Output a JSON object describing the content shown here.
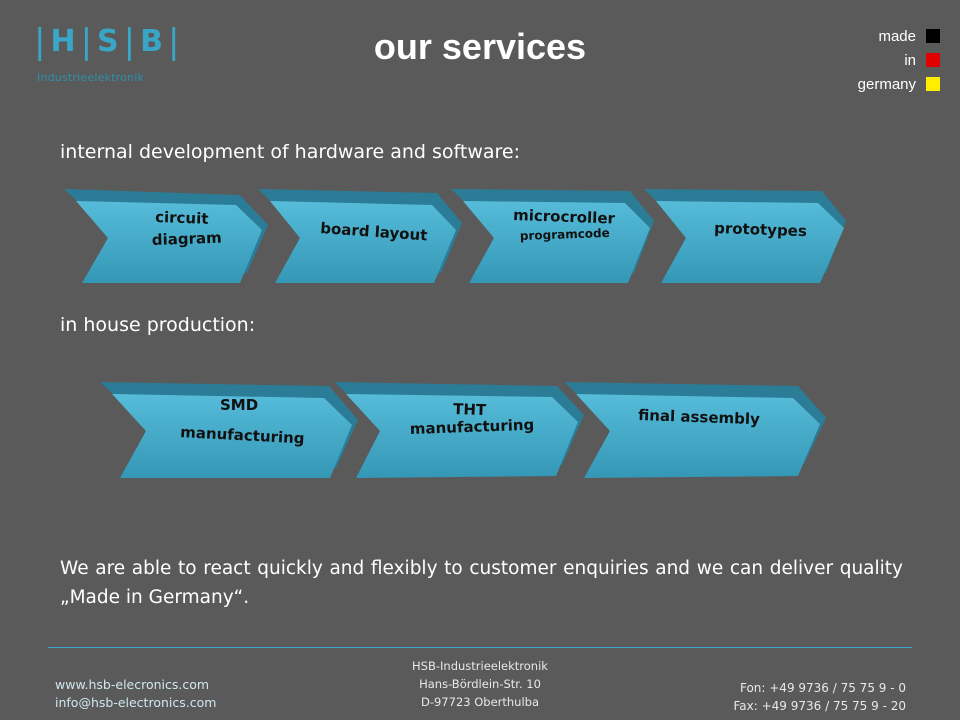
{
  "logo": {
    "letters": [
      "H",
      "S",
      "B"
    ],
    "subtitle": "Industrieelektronik"
  },
  "title": "our services",
  "made_in": {
    "lines": [
      "made",
      "in",
      "germany"
    ],
    "flag_colors": [
      "#000000",
      "#e00000",
      "#ffee00"
    ]
  },
  "sections": {
    "development_label": "internal development of hardware and software:",
    "production_label": "in house production:"
  },
  "development_steps": [
    {
      "line1": "circuit",
      "line2": "diagram"
    },
    {
      "line1": "board layout",
      "line2": ""
    },
    {
      "line1": "microcroller",
      "line2": "programcode"
    },
    {
      "line1": "prototypes",
      "line2": ""
    }
  ],
  "production_steps": [
    {
      "line1": "SMD",
      "line2": "manufacturing"
    },
    {
      "line1": "THT",
      "line2": "manufacturing"
    },
    {
      "line1": "final assembly",
      "line2": ""
    }
  ],
  "statement": "We are able to react quickly and flexibly to customer enquiries and we can deliver quality „Made in Germany“.",
  "footer": {
    "website": "www.hsb-elecronics.com",
    "email": "info@hsb-electronics.com",
    "company": "HSB-Industrieelektronik",
    "street": "Hans-Bördlein-Str. 10",
    "city": "D-97723 Oberthulba",
    "phone": "Fon: +49 9736 / 75 75 9 - 0",
    "fax": "Fax: +49 9736 / 75 75 9 - 20"
  },
  "colors": {
    "background": "#5a5a5a",
    "arrow_face": "#3fa9c9",
    "arrow_side": "#2a7c96",
    "accent": "#3aa6c7"
  }
}
